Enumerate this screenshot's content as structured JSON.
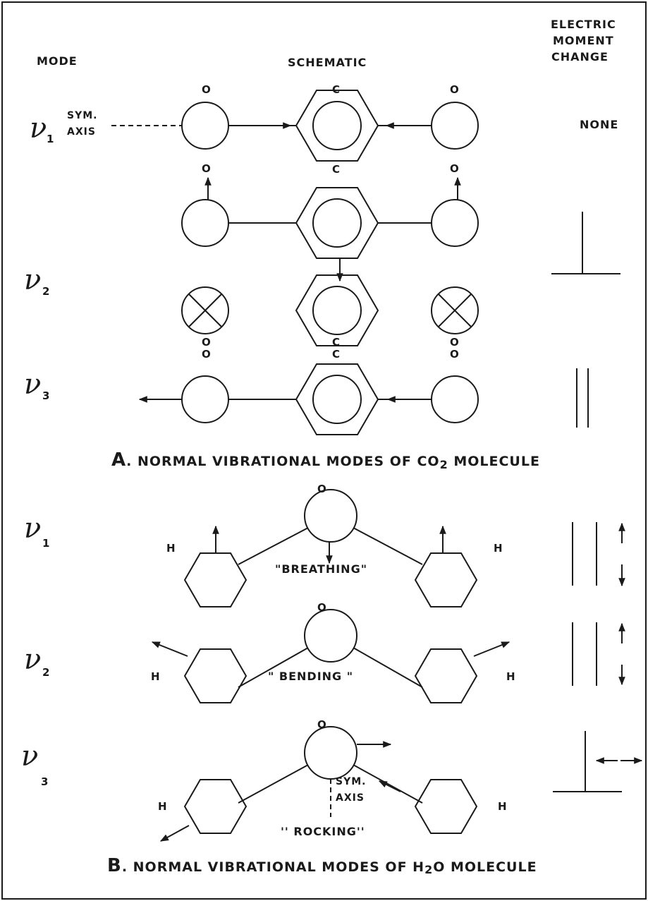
{
  "headers": {
    "mode": "MODE",
    "schematic": "SCHEMATIC",
    "electric_line1": "ELECTRIC",
    "electric_line2": "MOMENT",
    "electric_line3": "CHANGE"
  },
  "mode_symbol": "ν",
  "co2": {
    "atom_o": "O",
    "atom_c": "C",
    "sym_axis_line1": "SYM.",
    "sym_axis_line2": "AXIS",
    "moment_none": "NONE",
    "modes": [
      {
        "subscript": "1"
      },
      {
        "subscript": "2"
      },
      {
        "subscript": "3"
      }
    ],
    "caption_letter": "A",
    "caption_text": ". NORMAL VIBRATIONAL MODES OF CO",
    "caption_sub": "2",
    "caption_end": " MOLECULE"
  },
  "h2o": {
    "atom_o": "O",
    "atom_h": "H",
    "modes": [
      {
        "subscript": "1",
        "name": "\"BREATHING\""
      },
      {
        "subscript": "2",
        "name": "\" BENDING \""
      },
      {
        "subscript": "3",
        "name": "'' ROCKING''"
      }
    ],
    "sym_axis_line1": "SYM.",
    "sym_axis_line2": "AXIS",
    "caption_letter": "B",
    "caption_text": ". NORMAL VIBRATIONAL MODES OF H",
    "caption_sub": "2",
    "caption_end": "O MOLECULE"
  }
}
